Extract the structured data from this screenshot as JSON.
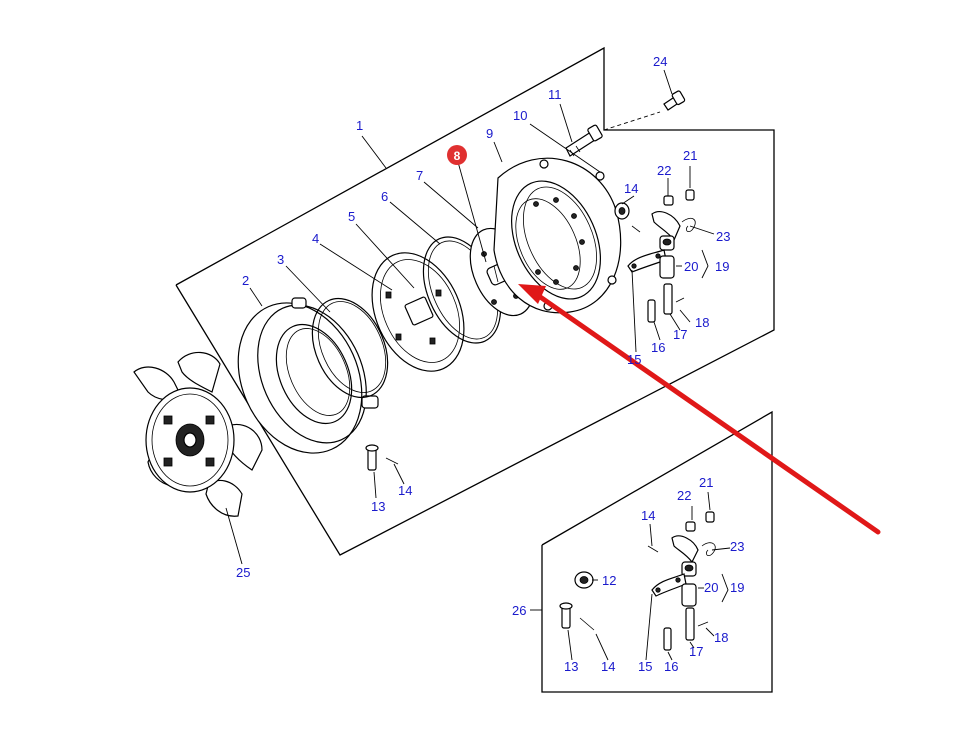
{
  "callouts": {
    "c1": "1",
    "c2": "2",
    "c3": "3",
    "c4": "4",
    "c5": "5",
    "c6": "6",
    "c7": "7",
    "c8": "8",
    "c9": "9",
    "c10": "10",
    "c11": "11",
    "c12": "12",
    "c13a": "13",
    "c14a": "14",
    "c14b": "14",
    "c15a": "15",
    "c16a": "16",
    "c17a": "17",
    "c18a": "18",
    "c19a": "19",
    "c20a": "20",
    "c21a": "21",
    "c22a": "22",
    "c23a": "23",
    "c24": "24",
    "c25": "25",
    "c26": "26",
    "c13b": "13",
    "c14c": "14",
    "c14d": "14",
    "c15b": "15",
    "c16b": "16",
    "c17b": "17",
    "c18b": "18",
    "c19b": "19",
    "c20b": "20",
    "c21b": "21",
    "c22b": "22",
    "c23b": "23"
  },
  "highlight": {
    "part": "8",
    "badge_color": "#e03030",
    "arrow_color": "#e01818"
  },
  "colors": {
    "callout_text": "#1a1acc",
    "line": "#000000"
  }
}
